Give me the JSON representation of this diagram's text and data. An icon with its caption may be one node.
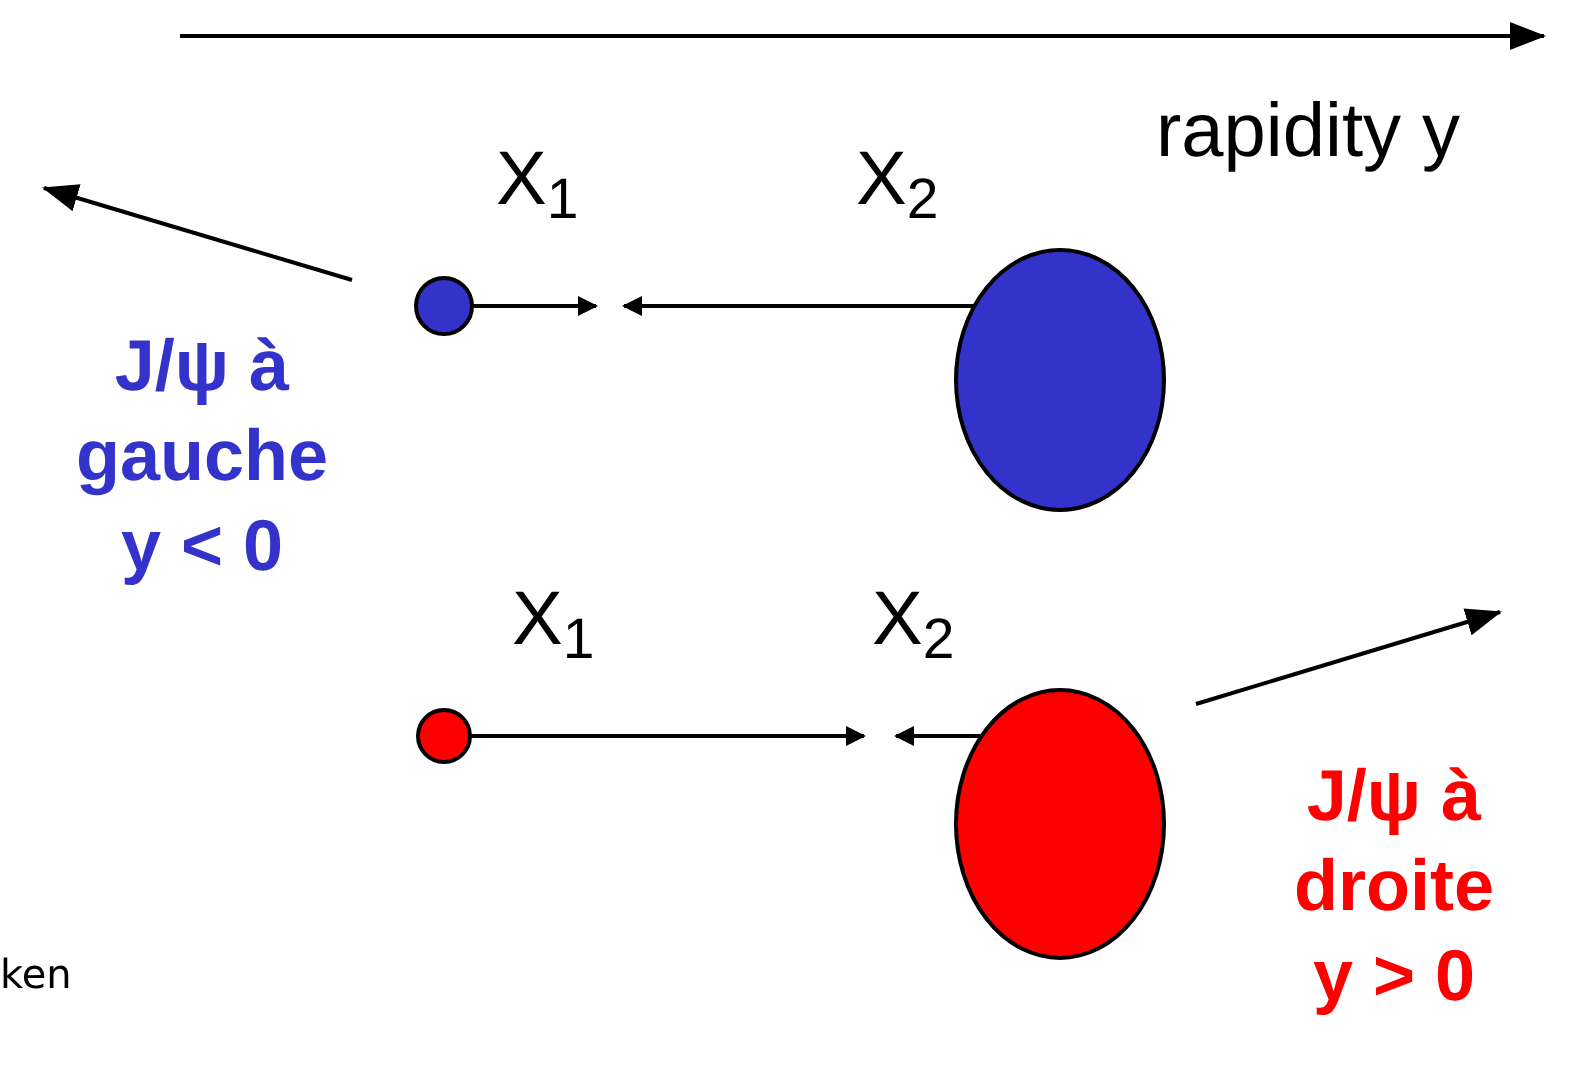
{
  "diagram": {
    "nodes": [
      {
        "text": [],
        "shape": "circle"
      },
      {
        "text": [],
        "shape": "circle"
      },
      {
        "text": [],
        "shape": "circle"
      },
      {
        "text": [],
        "shape": "circle"
      }
    ],
    "edges": [
      {
        "from": 0,
        "to": null,
        "arrow": "to"
      },
      {
        "from": 1,
        "to": null,
        "arrow": "to"
      },
      {
        "from": 2,
        "to": null,
        "arrow": "to"
      },
      {
        "from": 3,
        "to": null,
        "arrow": "to"
      }
    ],
    "labels": [
      "rapidity y",
      "X$_{1}$",
      "X$_{2}$",
      "J/ψ à gauche y < 0",
      "X$_{1}$",
      "X$_{2}$",
      "J/ψ à droite y > 0",
      "ken"
    ]
  }
}
